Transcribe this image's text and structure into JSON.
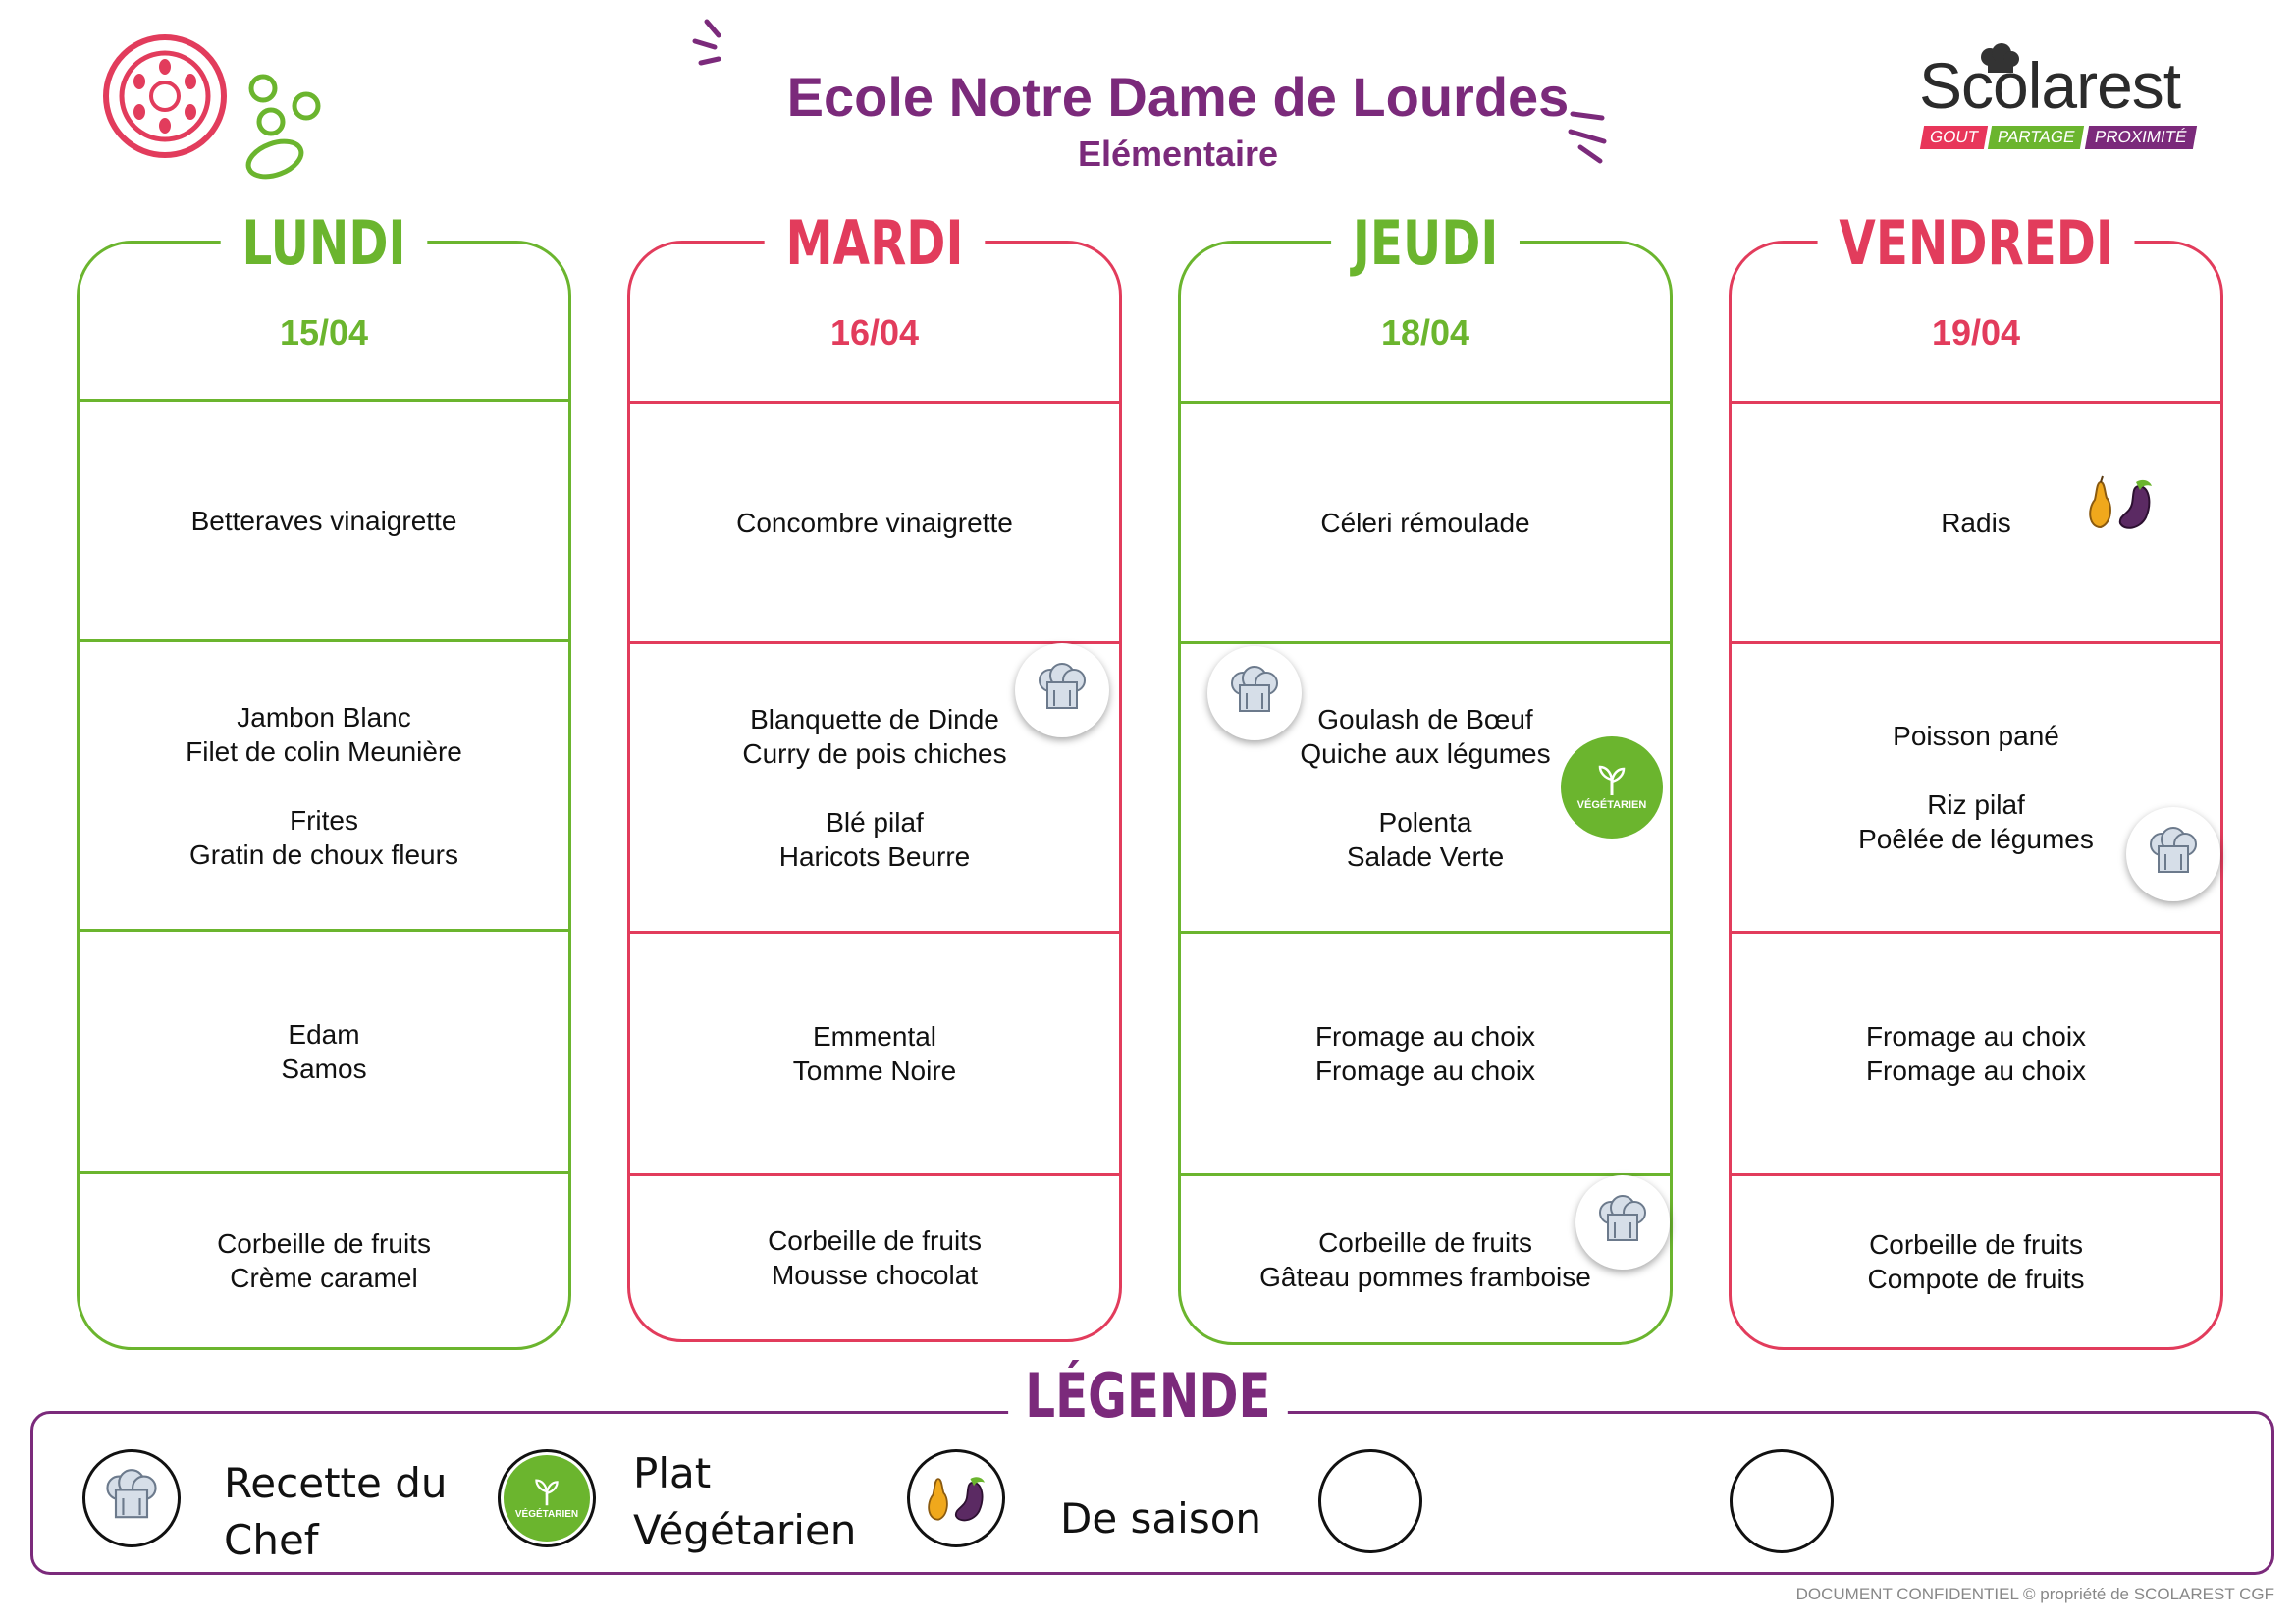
{
  "header": {
    "school_name": "Ecole Notre Dame de Lourdes",
    "level": "Elémentaire"
  },
  "brand": {
    "name": "Scolarest",
    "tags": [
      "GOUT",
      "PARTAGE",
      "PROXIMITÉ"
    ],
    "tag_colors": [
      "#e8365a",
      "#6bb52e",
      "#7b2a7b"
    ]
  },
  "colors": {
    "green": "#6bb52e",
    "red": "#e23c5c",
    "purple": "#7b2a7b"
  },
  "days": [
    {
      "name": "LUNDI",
      "date": "15/04",
      "color": "green",
      "entree": [
        "Betteraves vinaigrette"
      ],
      "plat": [
        "Jambon Blanc",
        "Filet de colin Meunière",
        "",
        "Frites",
        "Gratin de choux fleurs"
      ],
      "fromage": [
        "Edam",
        "Samos"
      ],
      "dessert": [
        "Corbeille de fruits",
        "Crème caramel"
      ]
    },
    {
      "name": "MARDI",
      "date": "16/04",
      "color": "red",
      "entree": [
        "Concombre vinaigrette"
      ],
      "plat": [
        "Blanquette de Dinde",
        "Curry de pois chiches",
        "",
        "Blé pilaf",
        "Haricots Beurre"
      ],
      "fromage": [
        "Emmental",
        "Tomme Noire"
      ],
      "dessert": [
        "Corbeille de fruits",
        "Mousse chocolat"
      ]
    },
    {
      "name": "JEUDI",
      "date": "18/04",
      "color": "green",
      "entree": [
        "Céleri rémoulade"
      ],
      "plat": [
        "Goulash de Bœuf",
        "Quiche aux légumes",
        "",
        "Polenta",
        "Salade Verte"
      ],
      "fromage": [
        "Fromage au choix",
        "Fromage au choix"
      ],
      "dessert": [
        "Corbeille de fruits",
        "Gâteau pommes framboise"
      ]
    },
    {
      "name": "VENDREDI",
      "date": "19/04",
      "color": "red",
      "entree": [
        "Radis"
      ],
      "plat": [
        "Poisson pané",
        "",
        "Riz pilaf",
        "Poêlée de légumes"
      ],
      "fromage": [
        "Fromage au choix",
        "Fromage au choix"
      ],
      "dessert": [
        "Corbeille de fruits",
        "Compote de fruits"
      ]
    }
  ],
  "badges": {
    "vegetarian": "VÉGÉTARIEN"
  },
  "legend": {
    "title": "LÉGENDE",
    "chef": [
      "Recette du",
      "Chef"
    ],
    "veg": [
      "Plat",
      "Végétarien"
    ],
    "season": "De saison"
  },
  "footer": "DOCUMENT CONFIDENTIEL © propriété de SCOLAREST CGF",
  "icons": [
    "tomato-icon",
    "peas-icon",
    "chef-hat-icon",
    "sprout-icon",
    "pear-icon",
    "eggplant-icon"
  ]
}
